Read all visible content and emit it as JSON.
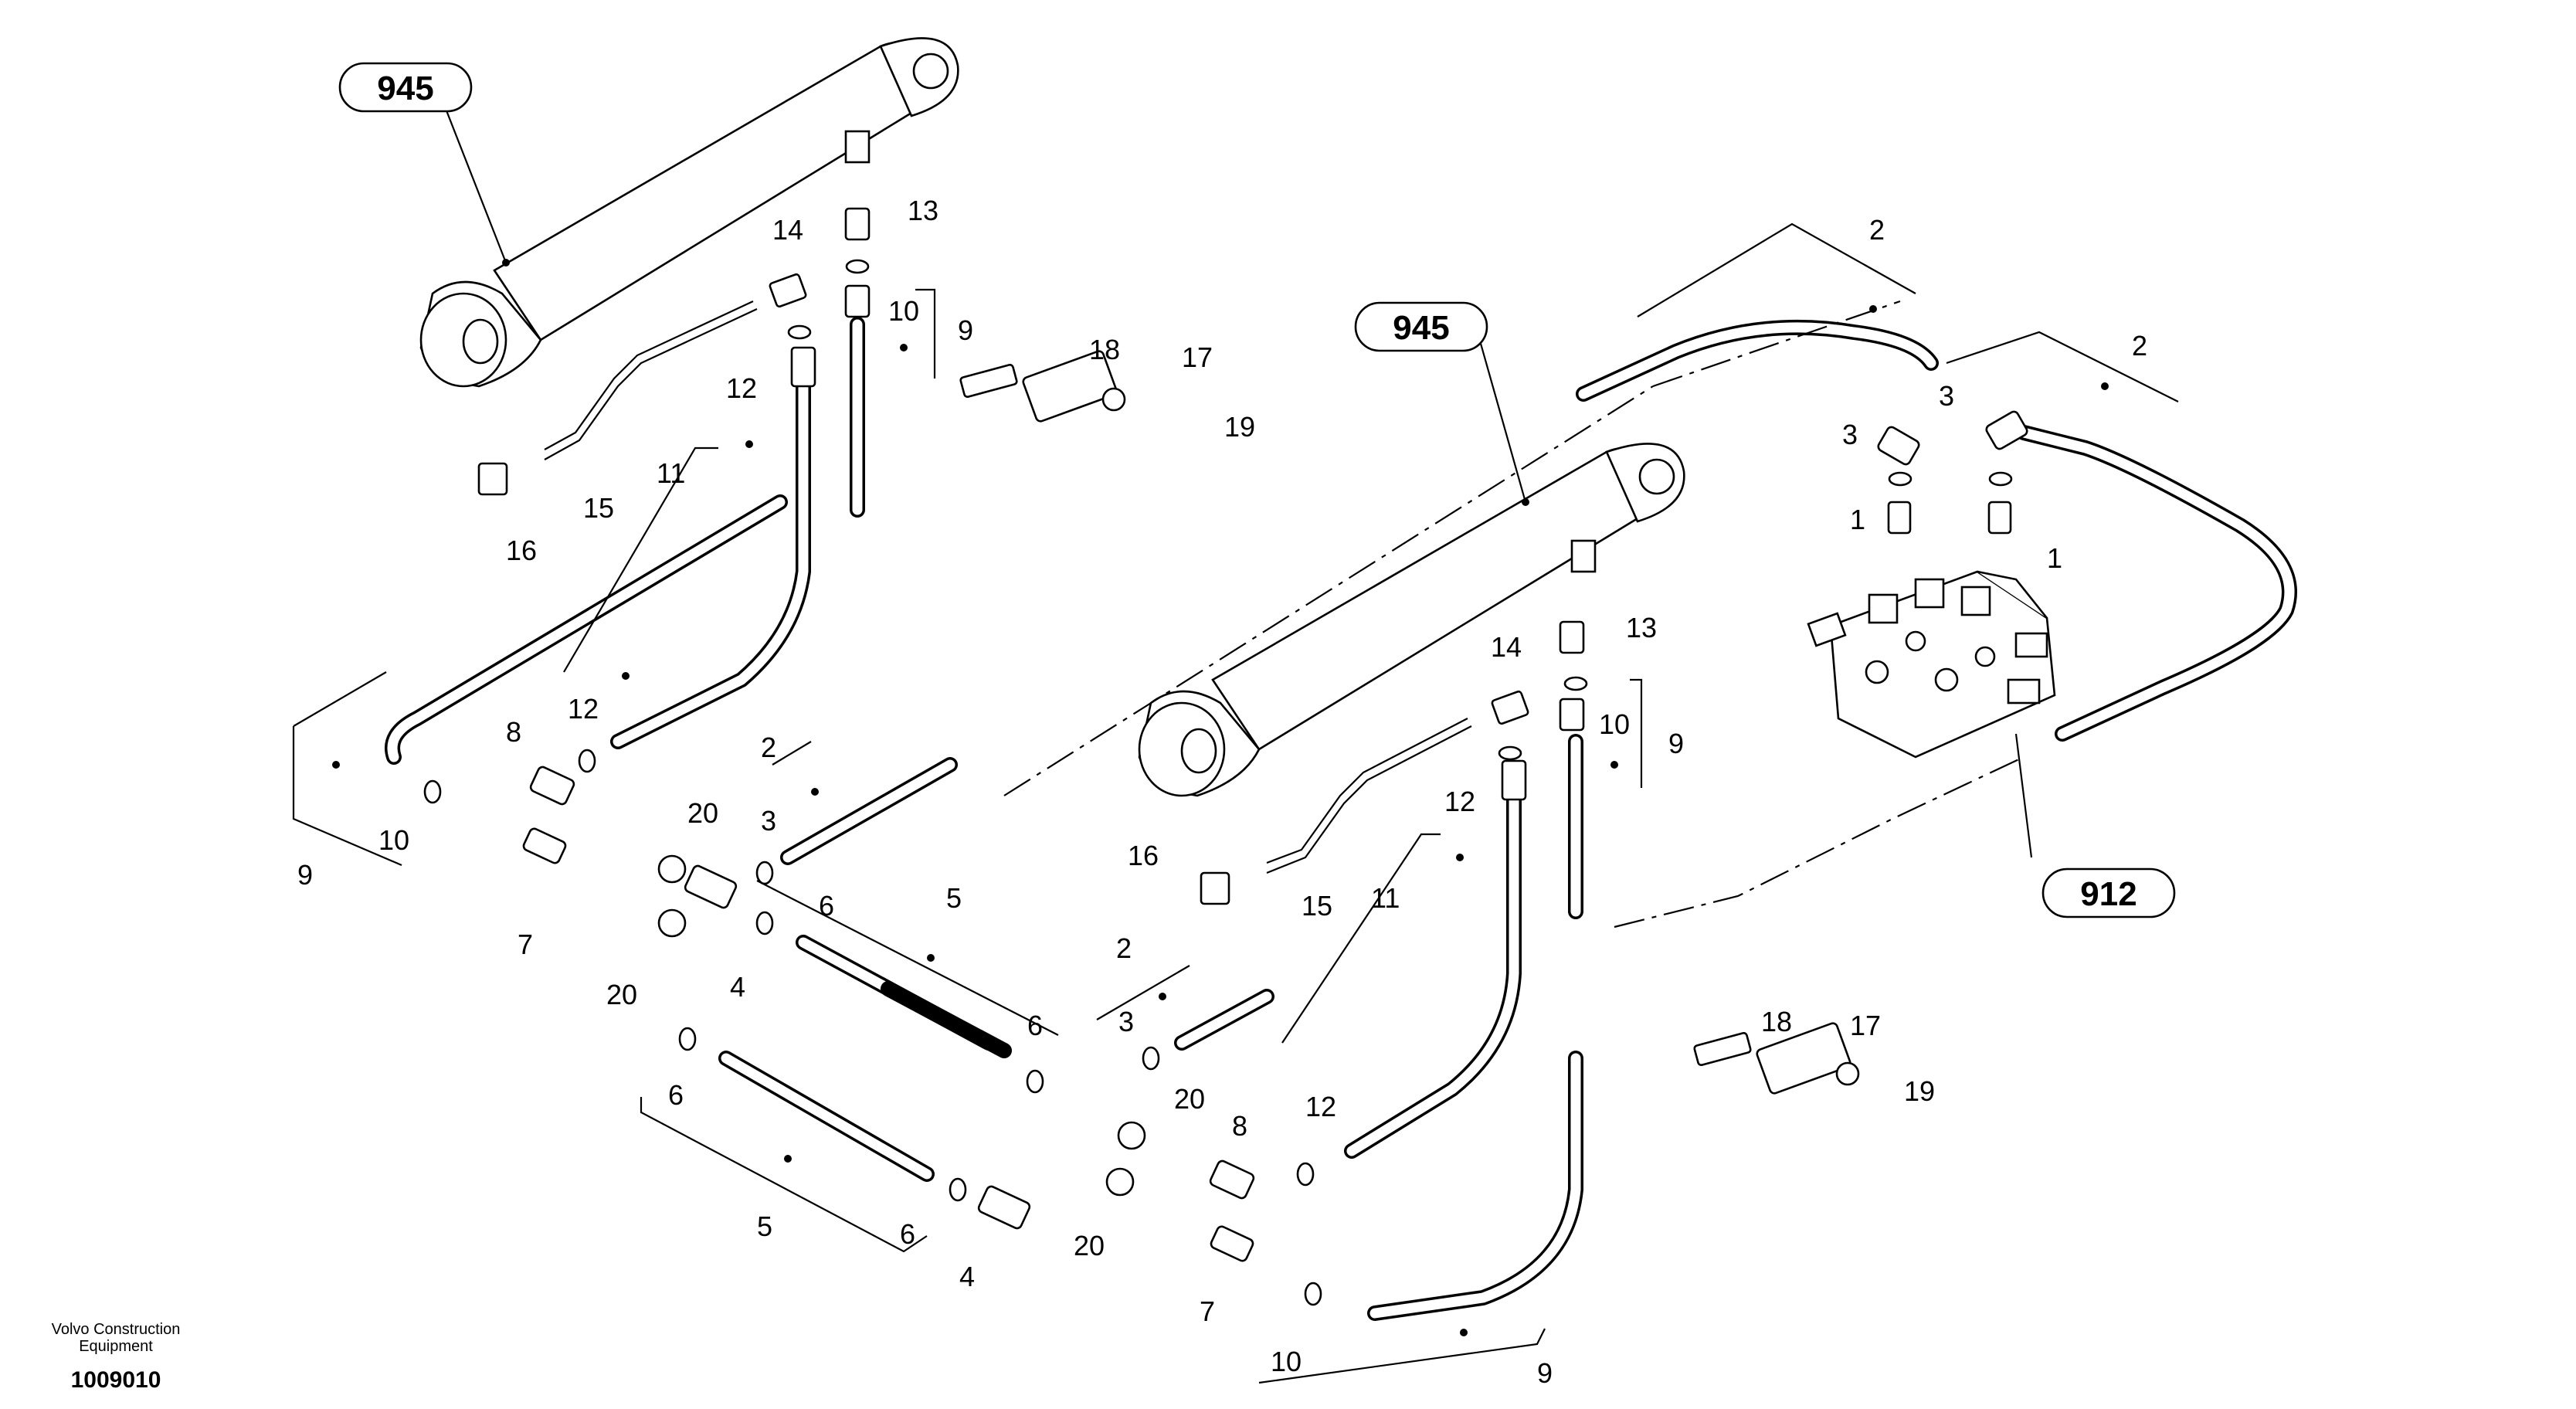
{
  "callouts": {
    "c945_a": "945",
    "c945_b": "945",
    "c912": "912"
  },
  "labels": {
    "n1_a": "1",
    "n1_b": "1",
    "n2_a": "2",
    "n2_b": "2",
    "n2_c": "2",
    "n2_d": "2",
    "n3_a": "3",
    "n3_b": "3",
    "n3_c": "3",
    "n3_d": "3",
    "n4_a": "4",
    "n4_b": "4",
    "n5_a": "5",
    "n5_b": "5",
    "n6_a": "6",
    "n6_b": "6",
    "n6_c": "6",
    "n6_d": "6",
    "n7_a": "7",
    "n7_b": "7",
    "n8_a": "8",
    "n8_b": "8",
    "n9_a": "9",
    "n9_b": "9",
    "n9_c": "9",
    "n9_d": "9",
    "n10_a": "10",
    "n10_b": "10",
    "n10_c": "10",
    "n10_d": "10",
    "n11_a": "11",
    "n11_b": "11",
    "n12_a": "12",
    "n12_b": "12",
    "n12_c": "12",
    "n12_d": "12",
    "n13_a": "13",
    "n13_b": "13",
    "n14_a": "14",
    "n14_b": "14",
    "n15_a": "15",
    "n15_b": "15",
    "n16_a": "16",
    "n16_b": "16",
    "n17_a": "17",
    "n17_b": "17",
    "n18_a": "18",
    "n18_b": "18",
    "n19_a": "19",
    "n19_b": "19",
    "n20_a": "20",
    "n20_b": "20",
    "n20_c": "20",
    "n20_d": "20"
  },
  "footer": {
    "company_line1": "Volvo Construction",
    "company_line2": "Equipment",
    "drawing_number": "1009010"
  }
}
